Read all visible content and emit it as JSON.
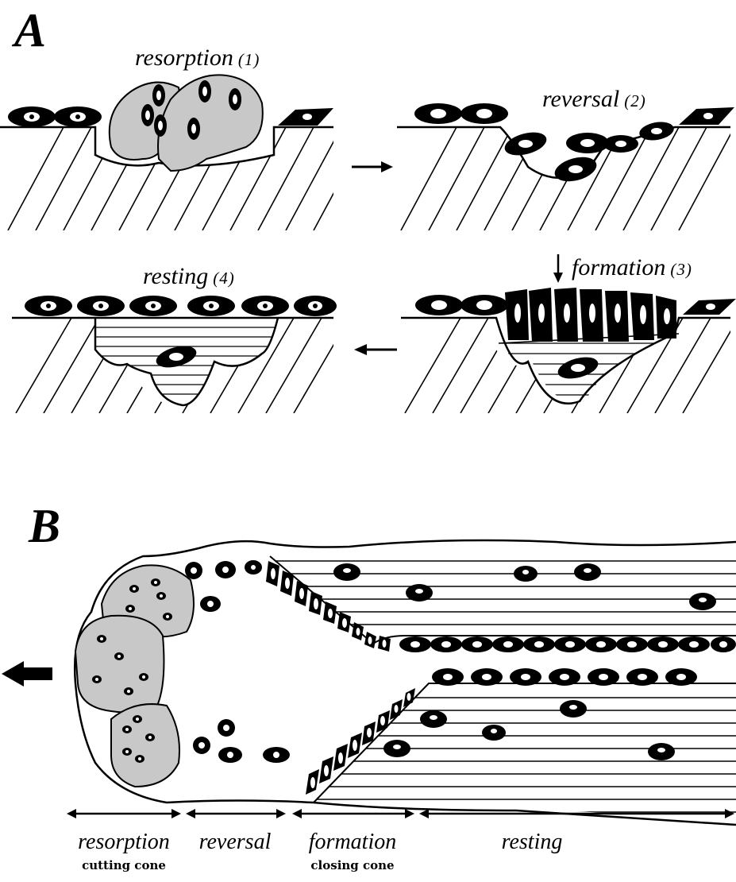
{
  "panel_a": {
    "letter": "A",
    "stages": [
      {
        "name": "resorption",
        "number": "(1)"
      },
      {
        "name": "reversal",
        "number": "(2)"
      },
      {
        "name": "formation",
        "number": "(3)"
      },
      {
        "name": "resting",
        "number": "(4)"
      }
    ]
  },
  "panel_b": {
    "letter": "B",
    "phases": [
      {
        "name": "resorption",
        "sub": "cutting cone"
      },
      {
        "name": "reversal",
        "sub": ""
      },
      {
        "name": "formation",
        "sub": "closing cone"
      },
      {
        "name": "resting",
        "sub": ""
      }
    ]
  },
  "colors": {
    "ink": "#000000",
    "osteoclast_fill": "#c8c8c8",
    "background": "#ffffff"
  }
}
